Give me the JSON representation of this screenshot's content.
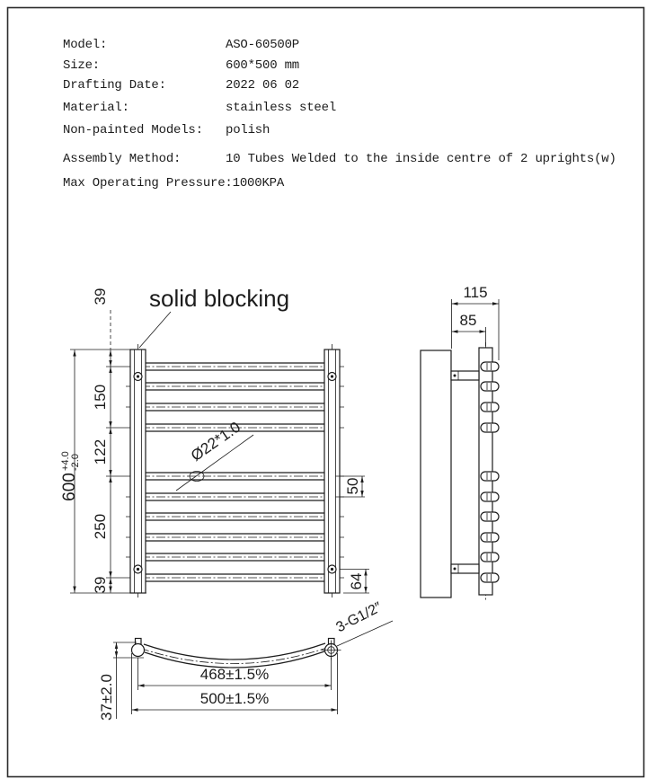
{
  "spec": {
    "rows": [
      {
        "label": "Model:",
        "value": "ASO-60500P"
      },
      {
        "label": "Size:",
        "value": "600*500 mm"
      },
      {
        "label": "Drafting Date:",
        "value": "2022 06 02"
      },
      {
        "label": "Material:",
        "value": "stainless steel"
      },
      {
        "label": "Non-painted Models:",
        "value": "polish"
      },
      {
        "label": "Assembly Method:",
        "value": "10 Tubes Welded to the inside centre of 2 uprights(w)"
      },
      {
        "label": "Max Operating Pressure:",
        "value": "1000KPA"
      }
    ]
  },
  "front": {
    "annotation": "solid blocking",
    "tube_spec": "Ø22*1.0",
    "dim_39_top": "39",
    "dim_150": "150",
    "dim_122": "122",
    "dim_250": "250",
    "dim_39_bottom": "39",
    "dim_total": "600",
    "tol_plus": "+4.0",
    "tol_minus": "-2.0",
    "dim_50": "50",
    "dim_64": "64"
  },
  "side": {
    "dim_115": "115",
    "dim_85": "85"
  },
  "bottom": {
    "dim_468": "468±1.5%",
    "dim_500": "500±1.5%",
    "dim_37": "37±2.0",
    "fitting": "3-G1/2″"
  },
  "colors": {
    "line": "#1c1c1c",
    "background": "#ffffff"
  }
}
